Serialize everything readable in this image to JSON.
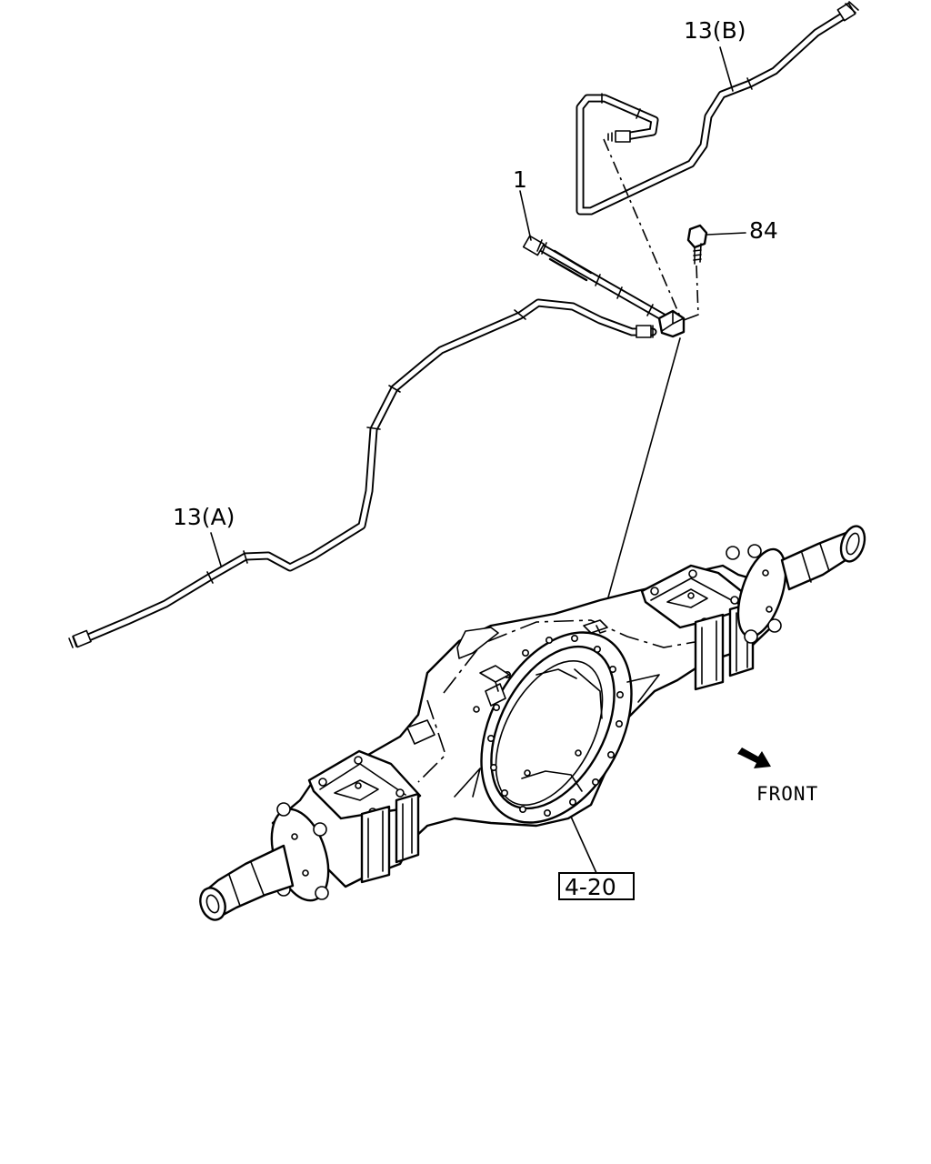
{
  "callouts": {
    "pipe_a": "13(A)",
    "pipe_b": "13(B)",
    "hose": "1",
    "bolt": "84",
    "ref": "4-20"
  },
  "direction_label": "FRONT",
  "icons": [
    "arrow-front-icon"
  ]
}
